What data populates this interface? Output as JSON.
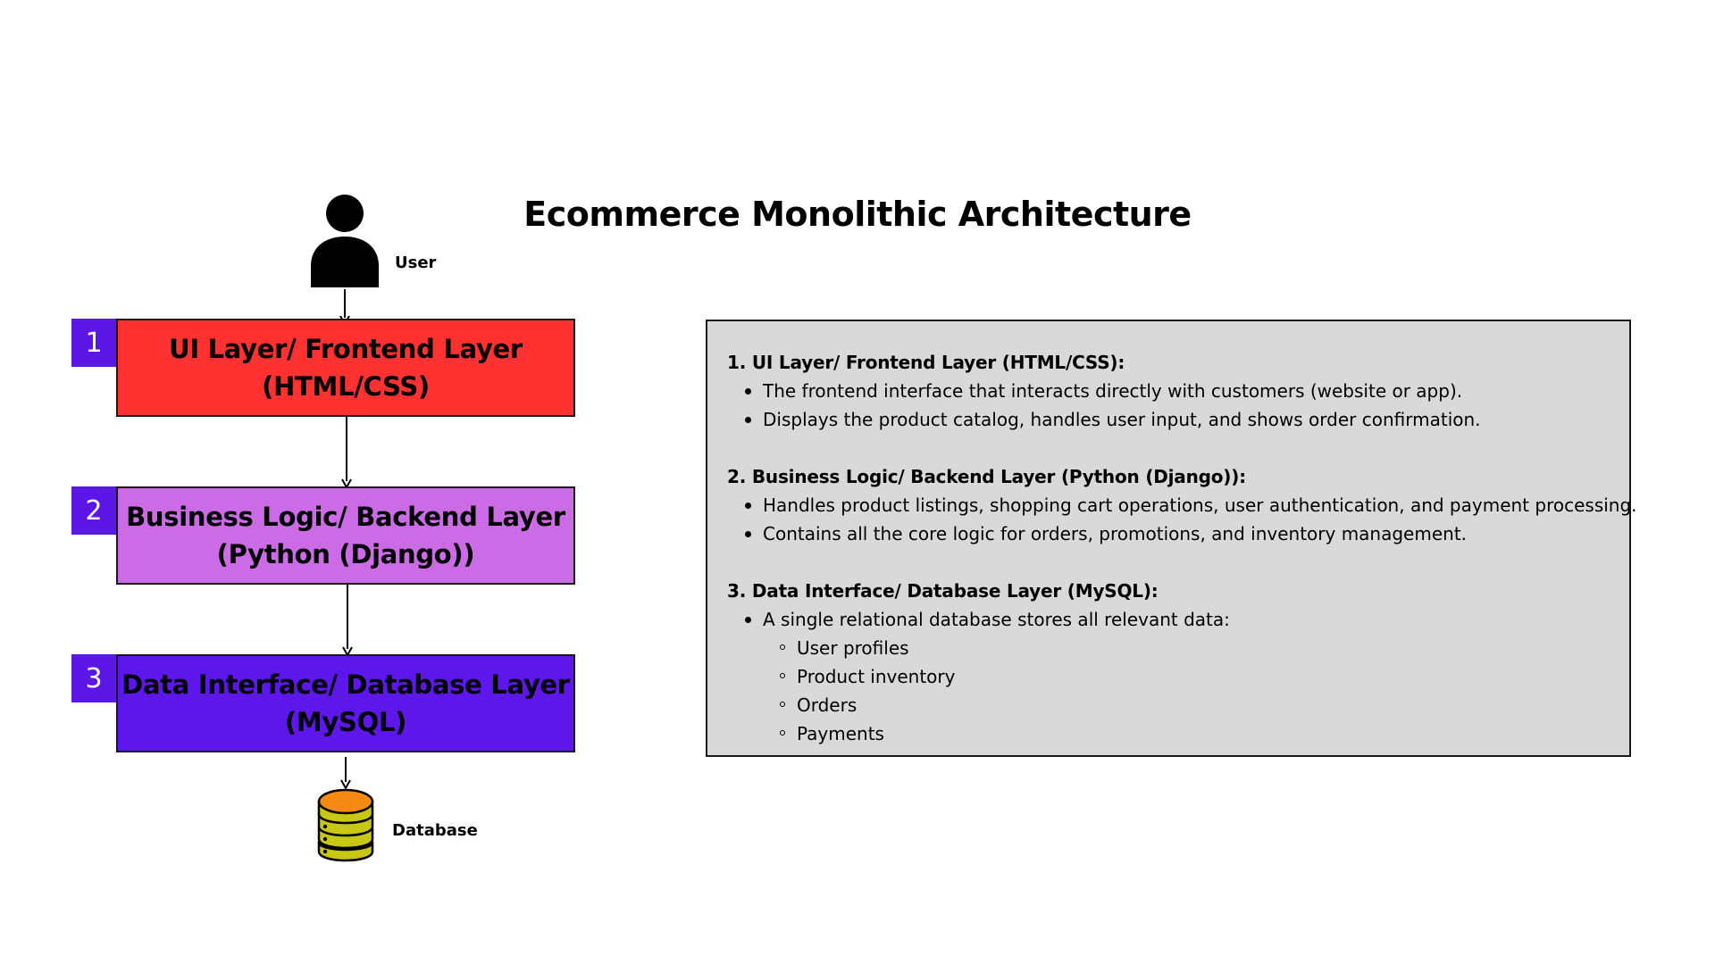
{
  "title": "Ecommerce Monolithic Architecture",
  "user": {
    "label": "User",
    "icon": "user-icon"
  },
  "database": {
    "label": "Database",
    "icon": "database-icon"
  },
  "layers": [
    {
      "number": "1",
      "line1": "UI Layer/ Frontend Layer",
      "line2": "(HTML/CSS)",
      "color": "#ff3131"
    },
    {
      "number": "2",
      "line1": "Business Logic/ Backend Layer",
      "line2": "(Python (Django))",
      "color": "#cb6ce6"
    },
    {
      "number": "3",
      "line1": "Data Interface/ Database Layer",
      "line2": "(MySQL)",
      "color": "#5e17eb"
    }
  ],
  "badge_color": "#5b17e6",
  "panel": {
    "background": "#d9d9d9",
    "sections": [
      {
        "heading": "1. UI Layer/ Frontend Layer (HTML/CSS):",
        "bullets": [
          "The frontend interface that interacts directly with customers (website or app).",
          "Displays the product catalog, handles user input, and shows order confirmation."
        ]
      },
      {
        "heading": "2. Business Logic/ Backend Layer (Python (Django)):",
        "bullets": [
          "Handles product listings, shopping cart operations, user authentication, and payment processing.",
          "Contains all the core logic for orders, promotions, and inventory management."
        ]
      },
      {
        "heading": "3. Data Interface/ Database Layer (MySQL):",
        "bullets": [
          "A single relational database stores all relevant data:"
        ],
        "sub_bullets": [
          "User profiles",
          "Product inventory",
          "Orders",
          "Payments"
        ]
      }
    ]
  }
}
